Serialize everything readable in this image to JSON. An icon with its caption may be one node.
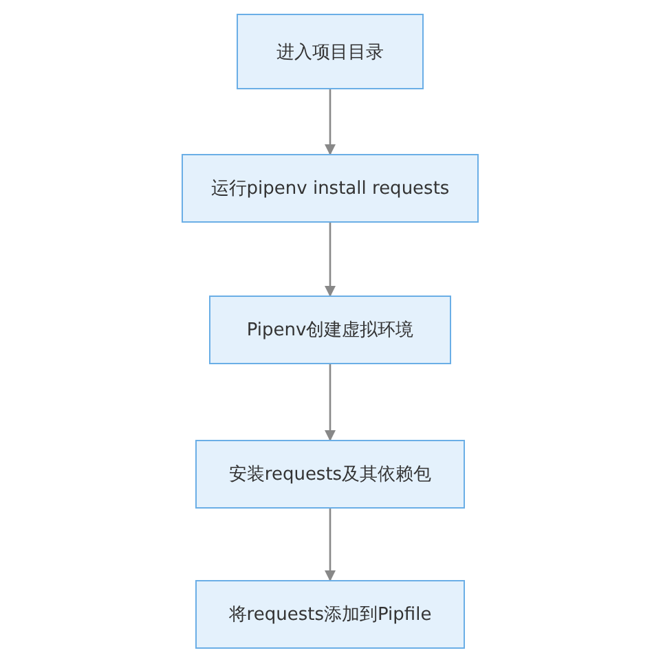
{
  "diagram": {
    "nodes": [
      {
        "text": [
          "进入项目目录"
        ]
      },
      {
        "text": [
          "运行pipenv install requests"
        ]
      },
      {
        "text": [
          "Pipenv创建虚拟环境"
        ]
      },
      {
        "text": [
          "安装requests及其依赖包"
        ]
      },
      {
        "text": [
          "将requests添加到Pipfile"
        ]
      }
    ],
    "edges": [
      {
        "from": 0,
        "to": 1,
        "arrow": "to"
      },
      {
        "from": 1,
        "to": 2,
        "arrow": "to"
      },
      {
        "from": 2,
        "to": 3,
        "arrow": "to"
      },
      {
        "from": 3,
        "to": 4,
        "arrow": "to"
      }
    ]
  }
}
